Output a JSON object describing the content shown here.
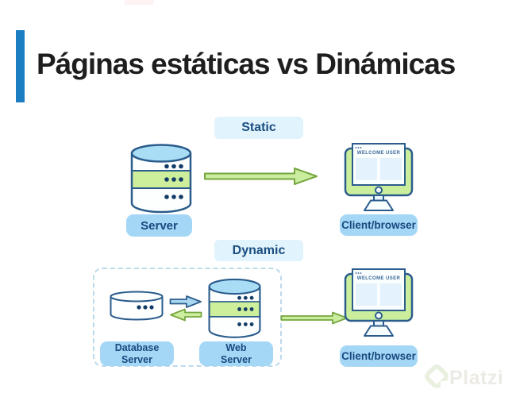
{
  "title": {
    "text": "Páginas estáticas vs Dinámicas"
  },
  "static_flow": {
    "badge": "Static",
    "server": {
      "label": "Server"
    },
    "client": {
      "label": "Client/browser",
      "screen_title": "WELCOME USER"
    }
  },
  "dynamic_flow": {
    "badge": "Dynamic",
    "database": {
      "label_line1": "Database",
      "label_line2": "Server"
    },
    "web": {
      "label_line1": "Web",
      "label_line2": "Server"
    },
    "client": {
      "label": "Client/browser",
      "screen_title": "WELCOME USER"
    }
  },
  "watermark": {
    "brand": "Platzi"
  },
  "icons": {
    "server": "database-cylinder-icon",
    "database": "database-cylinder-icon",
    "web_server": "database-cylinder-icon",
    "client": "desktop-monitor-icon",
    "static_arrow": "arrow-right-icon",
    "dynamic_arrow": "arrow-right-icon",
    "exchange": "arrows-left-right-icon",
    "brand_mark": "platzi-diamond-icon"
  },
  "colors": {
    "accent_blue": "#1B7EC2",
    "badge_bg": "#E1F3FC",
    "pill_bg": "#A4D7F6",
    "navy_text": "#17497F",
    "outline_blue": "#2A5C8C",
    "cylinder_top_blue": "#A9DCF5",
    "band_green": "#CDEF9B",
    "monitor_green": "#CBEE9D",
    "arrow_green_fill": "#C9EC9F",
    "arrow_green_stroke": "#76A73F",
    "arrow_blue_fill": "#A9D7F0",
    "dashed_border": "#BCD9EC",
    "title_text": "#1E1E1E"
  }
}
